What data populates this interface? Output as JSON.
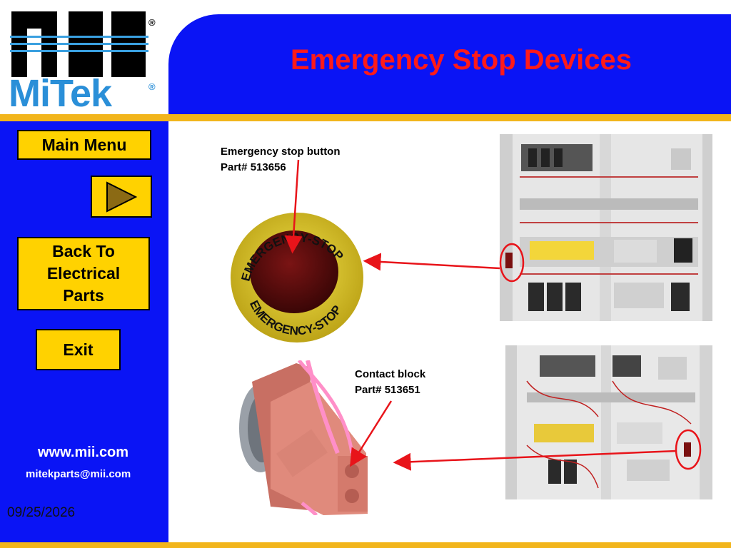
{
  "header": {
    "title": "Emergency Stop Devices"
  },
  "logo": {
    "mark_text": "MII",
    "brand_text": "MiTek",
    "registered": "®"
  },
  "sidebar": {
    "main_menu": "Main Menu",
    "back_to": "Back To Electrical Parts",
    "exit": "Exit",
    "website": "www.mii.com",
    "email": "mitekparts@mii.com",
    "date": "09/25/2026"
  },
  "content": {
    "estop_label": {
      "line1": "Emergency stop button",
      "line2": "Part# 513656"
    },
    "estop_button_text": {
      "top": "EMERGENCY-STOP",
      "bottom": "EMERGENCY-STOP"
    },
    "contact_label": {
      "line1": "Contact block",
      "line2": "Part# 513651"
    }
  },
  "colors": {
    "header_blue": "#0a14f5",
    "gold": "#f2b51b",
    "title_red": "#ff1a1a",
    "button_yellow": "#ffd200",
    "arrow_red": "#e8141a"
  },
  "icons": [
    "play-arrow-icon"
  ]
}
